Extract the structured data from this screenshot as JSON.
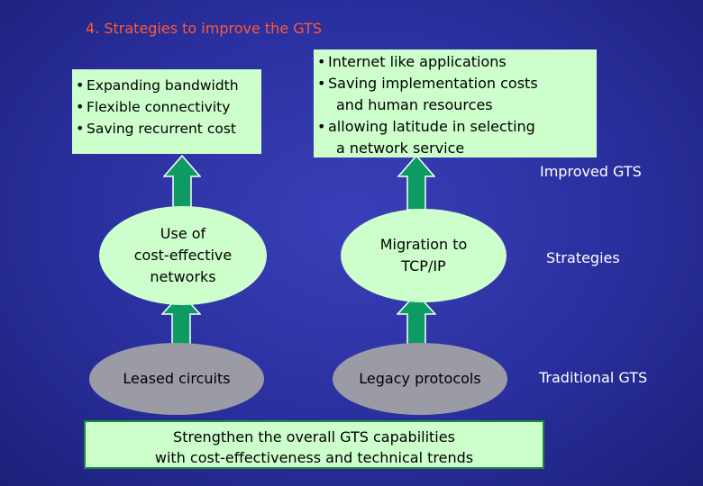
{
  "title": "4.  Strategies to improve the GTS",
  "left_box": {
    "items": [
      "Expanding bandwidth",
      "Flexible connectivity",
      "Saving recurrent cost"
    ]
  },
  "right_box": {
    "items": [
      {
        "line": "Internet like applications"
      },
      {
        "line": "Saving implementation costs",
        "cont": "and human resources"
      },
      {
        "line": "allowing latitude in selecting",
        "cont": "a network service"
      }
    ]
  },
  "bullet": "•",
  "labels": {
    "improved": "Improved GTS",
    "strategies": "Strategies",
    "traditional": "Traditional GTS"
  },
  "ellipses": {
    "cost_effective": "Use of\ncost-effective\nnetworks",
    "migration": "Migration to\nTCP/IP",
    "leased": "Leased circuits",
    "legacy": "Legacy protocols"
  },
  "bottom_box": {
    "line1": "Strengthen the overall GTS capabilities",
    "line2": "with cost-effectiveness and technical trends"
  },
  "colors": {
    "background": "#2a2f9e",
    "title": "#ff5a36",
    "box_fill": "#ccffcc",
    "arrow_fill": "#0d9b63",
    "gray_ellipse": "#9b9ba6",
    "bottom_border": "#1f8a3a"
  }
}
